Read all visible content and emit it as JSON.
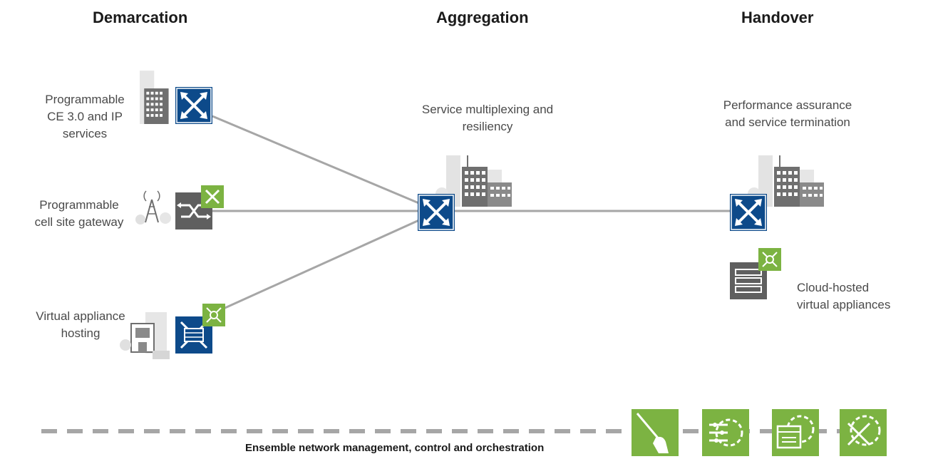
{
  "headings": {
    "demarcation": "Demarcation",
    "aggregation": "Aggregation",
    "handover": "Handover"
  },
  "labels": {
    "programmable_ce": "Programmable\nCE 3.0 and IP\nservices",
    "cell_site": "Programmable\ncell site gateway",
    "virtual_hosting": "Virtual appliance\nhosting",
    "multiplexing": "Service multiplexing and\nresiliency",
    "performance": "Performance assurance\nand service termination",
    "cloud_hosted": "Cloud-hosted\nvirtual appliances"
  },
  "footer": {
    "text": "Ensemble network management, control and orchestration"
  },
  "icons": {
    "switch": "network-switch-icon",
    "cell_gateway": "cell-site-gateway-icon",
    "vnf": "virtual-function-icon",
    "server": "server-icon",
    "building": "building-icon",
    "tower": "cell-tower-icon",
    "conductor": "conductor-baton-icon",
    "control_gear": "control-gear-icon",
    "orchestration_window": "orchestration-window-icon",
    "managed_switch": "managed-switch-gear-icon"
  },
  "colors": {
    "switch_blue": "#0d4a8a",
    "vnf_green": "#7cb342",
    "connector_gray": "#a6a6a6",
    "building_gray": "#9e9e9e",
    "device_dark_gray": "#5f5f5f"
  }
}
